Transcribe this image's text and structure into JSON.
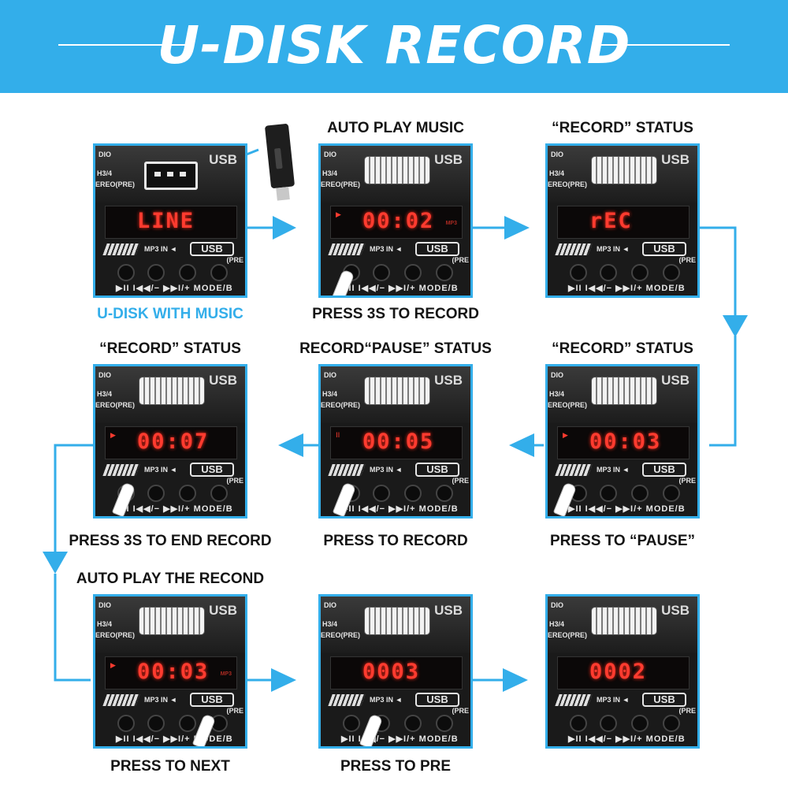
{
  "title": "U-DISK RECORD",
  "colors": {
    "accent": "#33aeea",
    "led": "#ff3b2f",
    "text": "#141414"
  },
  "panel_labels": {
    "left_a": "DIO",
    "left_b": "H3/4",
    "left_c": "EREO(PRE)",
    "usb": "USB",
    "mp3in": "MP3 IN ◄",
    "usb_box": "USB",
    "buttons": "▶II  I◀◀/−  ▶▶I/+  MODE/B",
    "pre": "(PRE",
    "mp3": "MP3"
  },
  "steps": [
    {
      "caption_top": "",
      "caption_bottom": "U-DISK WITH MUSIC",
      "display": "LINE",
      "indicator": "",
      "show_mp3": ""
    },
    {
      "caption_top": "AUTO PLAY MUSIC",
      "caption_bottom": "PRESS 3S TO RECORD",
      "display": "00:02",
      "indicator": "▶",
      "show_mp3": "MP3"
    },
    {
      "caption_top": "“RECORD” STATUS",
      "caption_bottom": "",
      "display": "rEC",
      "indicator": "",
      "show_mp3": ""
    },
    {
      "caption_top": "“RECORD” STATUS",
      "caption_bottom": "PRESS TO “PAUSE”",
      "display": "00:03",
      "indicator": "▶",
      "show_mp3": ""
    },
    {
      "caption_top": "RECORD“PAUSE” STATUS",
      "caption_bottom": "PRESS TO RECORD",
      "display": "00:05",
      "indicator": "II",
      "show_mp3": ""
    },
    {
      "caption_top": "“RECORD” STATUS",
      "caption_bottom": "PRESS 3S TO END RECORD",
      "display": "00:07",
      "indicator": "▶",
      "show_mp3": ""
    },
    {
      "caption_top": "AUTO PLAY THE RECOND",
      "caption_bottom": "PRESS TO NEXT",
      "display": "00:03",
      "indicator": "▶",
      "show_mp3": "MP3"
    },
    {
      "caption_top": "",
      "caption_bottom": "PRESS TO PRE",
      "display": "0003",
      "indicator": "",
      "show_mp3": ""
    },
    {
      "caption_top": "",
      "caption_bottom": "",
      "display": "0002",
      "indicator": "",
      "show_mp3": ""
    }
  ]
}
